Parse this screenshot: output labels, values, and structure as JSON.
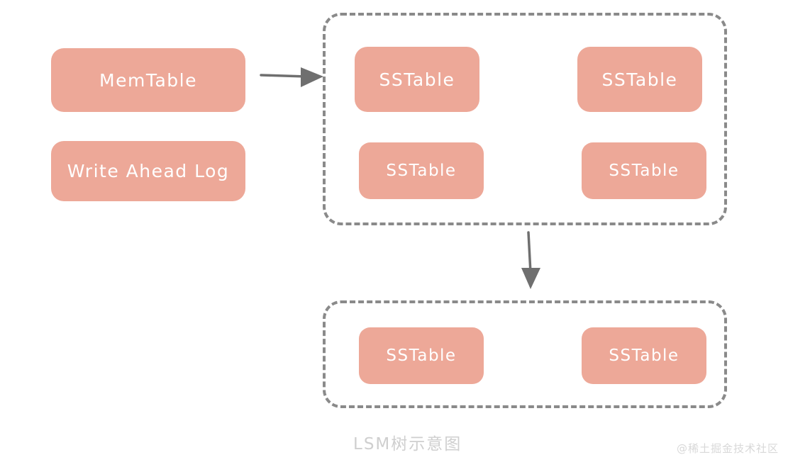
{
  "diagram": {
    "title_caption": "LSM树示意图",
    "watermark": "@稀土掘金技术社区",
    "colors": {
      "node_fill": "#eda898",
      "node_text": "#ffffff",
      "group_border": "#8a8a8a",
      "arrow": "#6f6f6f",
      "caption_text": "#cfcfcf",
      "background": "#ffffff"
    },
    "left_nodes": [
      {
        "label": "MemTable"
      },
      {
        "label": "Write Ahead Log"
      }
    ],
    "level0": {
      "nodes": [
        {
          "label": "SSTable"
        },
        {
          "label": "SSTable"
        },
        {
          "label": "SSTable"
        },
        {
          "label": "SSTable"
        }
      ]
    },
    "level1": {
      "nodes": [
        {
          "label": "SSTable"
        },
        {
          "label": "SSTable"
        }
      ]
    },
    "arrows": [
      {
        "name": "memtable-to-level0",
        "direction": "right"
      },
      {
        "name": "level0-to-level1",
        "direction": "down"
      }
    ]
  }
}
